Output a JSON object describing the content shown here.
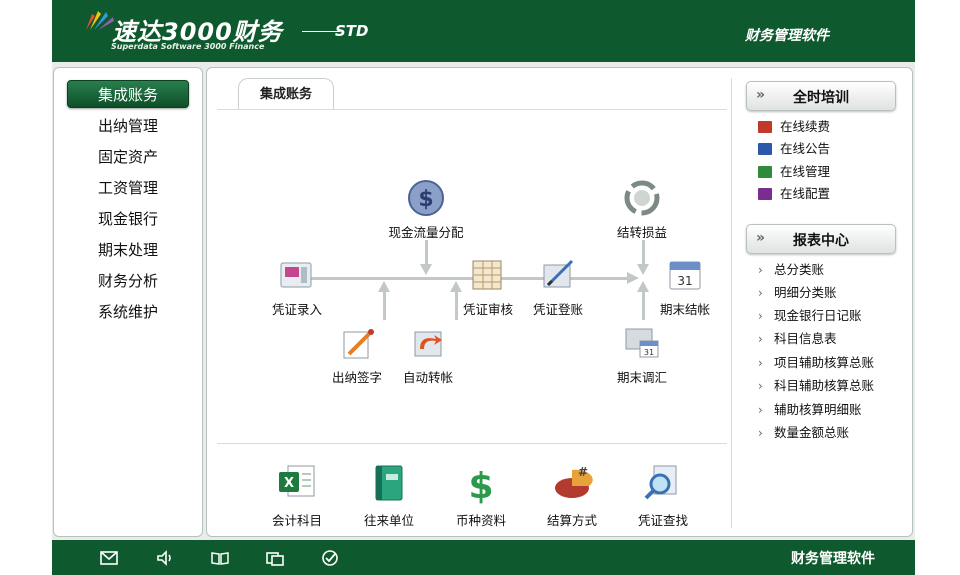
{
  "header": {
    "title": "速达3000财务",
    "subtitle": "Superdata Software 3000 Finance",
    "edition": "STD",
    "right_label": "财务管理软件"
  },
  "sidebar": {
    "items": [
      {
        "label": "集成账务",
        "active": true
      },
      {
        "label": "出纳管理"
      },
      {
        "label": "固定资产"
      },
      {
        "label": "工资管理"
      },
      {
        "label": "现金银行"
      },
      {
        "label": "期末处理"
      },
      {
        "label": "财务分析"
      },
      {
        "label": "系统维护"
      }
    ]
  },
  "main": {
    "tab_label": "集成账务",
    "flow": {
      "cash_flow": "现金流量分配",
      "carry_profit": "结转损益",
      "voucher_entry": "凭证录入",
      "voucher_audit": "凭证审核",
      "voucher_post": "凭证登账",
      "period_close": "期末结帐",
      "cashier_sign": "出纳签字",
      "auto_transfer": "自动转帐",
      "period_adjust": "期末调汇"
    },
    "tools": [
      {
        "label": "会计科目",
        "icon": "excel-sheet-icon"
      },
      {
        "label": "往来单位",
        "icon": "binder-icon"
      },
      {
        "label": "币种资料",
        "icon": "dollar-icon"
      },
      {
        "label": "结算方式",
        "icon": "pie-chart-icon"
      },
      {
        "label": "凭证查找",
        "icon": "magnifier-icon"
      }
    ]
  },
  "right": {
    "training_title": "全时培训",
    "training_links": [
      {
        "label": "在线续费",
        "color": "#c0392b"
      },
      {
        "label": "在线公告",
        "color": "#2d57a8"
      },
      {
        "label": "在线管理",
        "color": "#2e8b3a"
      },
      {
        "label": "在线配置",
        "color": "#7b2c8f"
      }
    ],
    "reports_title": "报表中心",
    "report_links": [
      "总分类账",
      "明细分类账",
      "现金银行日记账",
      "科目信息表",
      "项目辅助核算总账",
      "科目辅助核算总账",
      "辅助核算明细账",
      "数量金额总账"
    ]
  },
  "footer": {
    "right_label": "财务管理软件",
    "icons": [
      "mail-icon",
      "speaker-icon",
      "book-icon",
      "window-icon",
      "check-circle-icon"
    ]
  },
  "colors": {
    "brand_green": "#0e5a2e",
    "active_green": "#2a7f4e"
  }
}
